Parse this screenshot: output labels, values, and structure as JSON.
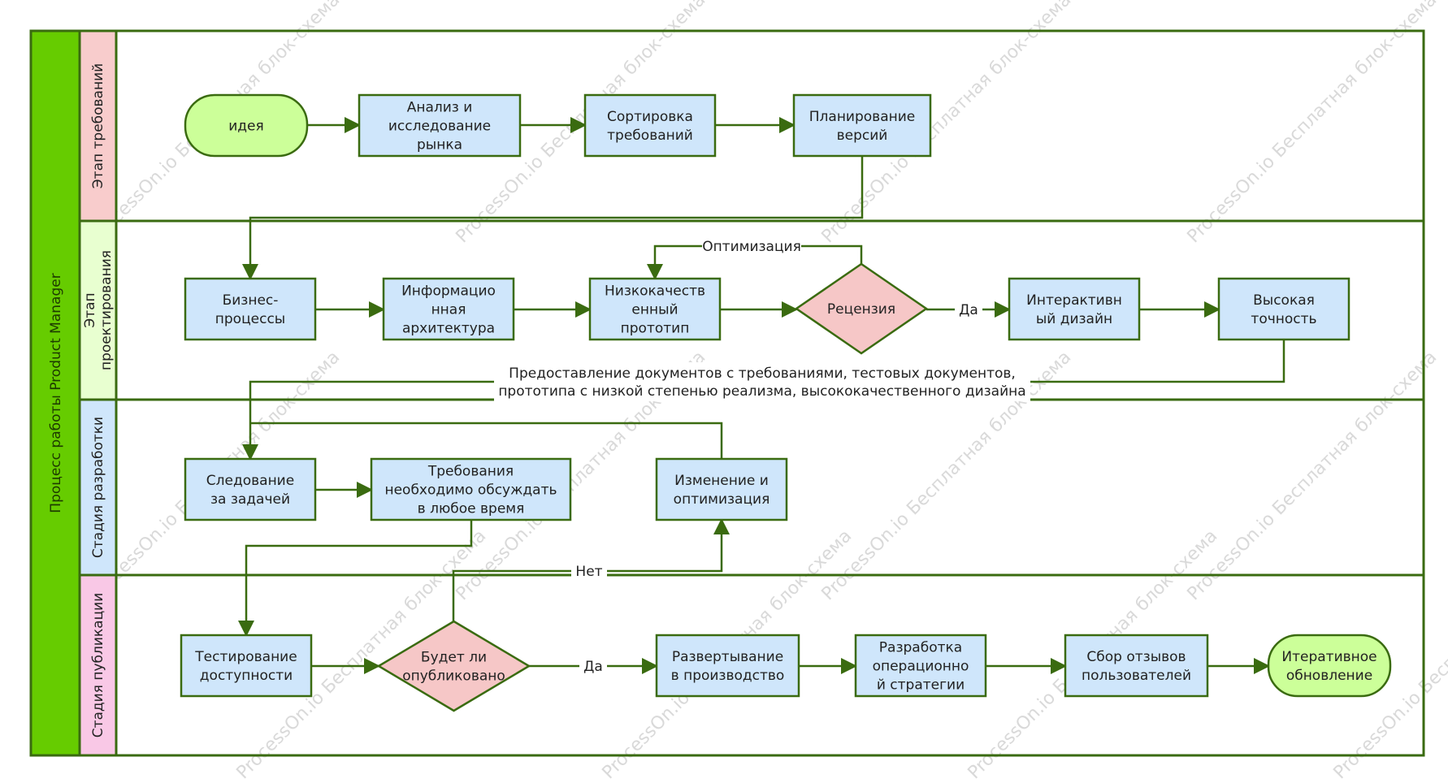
{
  "pool_title": "Процесс работы Product Manager",
  "watermark": "ProcessOn.io Бесплатная блок-схема",
  "colors": {
    "line": "#3a6b10",
    "process_fill": "#cfe6fb",
    "terminal_fill": "#ccff99",
    "decision_fill": "#f6c7c7",
    "pool_band": "#66cc00"
  },
  "lanes": [
    {
      "id": "req",
      "label": [
        "Этап требований"
      ],
      "color": "#f8cccc"
    },
    {
      "id": "design",
      "label": [
        "Этап",
        "проектирования"
      ],
      "color": "#e8ffd0"
    },
    {
      "id": "dev",
      "label": [
        "Стадия разработки"
      ],
      "color": "#cfe6fb"
    },
    {
      "id": "pub",
      "label": [
        "Стадия публикации"
      ],
      "color": "#f9c8e6"
    }
  ],
  "nodes": {
    "idea": [
      "идея"
    ],
    "market": [
      "Анализ и",
      "исследование",
      "рынка"
    ],
    "sort": [
      "Сортировка",
      "требований"
    ],
    "plan": [
      "Планирование",
      "версий"
    ],
    "bp": [
      "Бизнес-",
      "процессы"
    ],
    "ia": [
      "Информацио",
      "нная",
      "архитектура"
    ],
    "lofi": [
      "Низкокачеств",
      "енный",
      "прототип"
    ],
    "review": [
      "Рецензия"
    ],
    "inter": [
      "Интерактивн",
      "ый дизайн"
    ],
    "hifi": [
      "Высокая",
      "точность"
    ],
    "follow": [
      "Следование",
      "за задачей"
    ],
    "discuss": [
      "Требования",
      "необходимо обсуждать",
      "в любое время"
    ],
    "change": [
      "Изменение и",
      "оптимизация"
    ],
    "test": [
      "Тестирование",
      "доступности"
    ],
    "publish": [
      "Будет ли",
      "опубликовано"
    ],
    "deploy": [
      "Развертывание",
      "в производство"
    ],
    "ops": [
      "Разработка",
      "операционно",
      "й стратегии"
    ],
    "feedback": [
      "Сбор отзывов",
      "пользователей"
    ],
    "iter": [
      "Итеративное",
      "обновление"
    ]
  },
  "edge_labels": {
    "optimize": "Оптимизация",
    "yes1": "Да",
    "handoff": [
      "Предоставление документов с требованиями, тестовых документов,",
      "прототипа с низкой степенью реализма, высококачественного дизайна"
    ],
    "no": "Нет",
    "yes2": "Да"
  }
}
